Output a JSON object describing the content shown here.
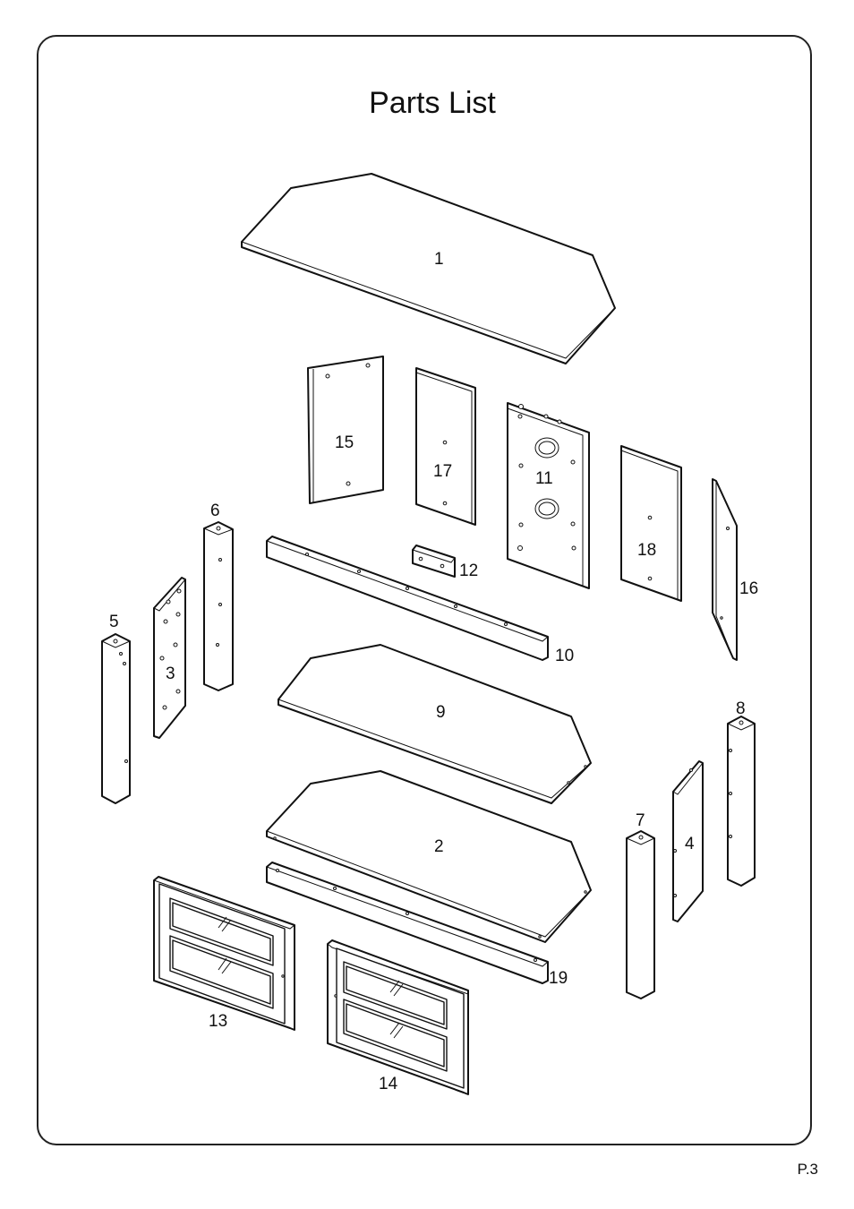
{
  "title": "Parts List",
  "page_label": "P.3",
  "parts": [
    "1",
    "2",
    "3",
    "4",
    "5",
    "6",
    "7",
    "8",
    "9",
    "10",
    "11",
    "12",
    "13",
    "14",
    "15",
    "16",
    "17",
    "18",
    "19"
  ]
}
